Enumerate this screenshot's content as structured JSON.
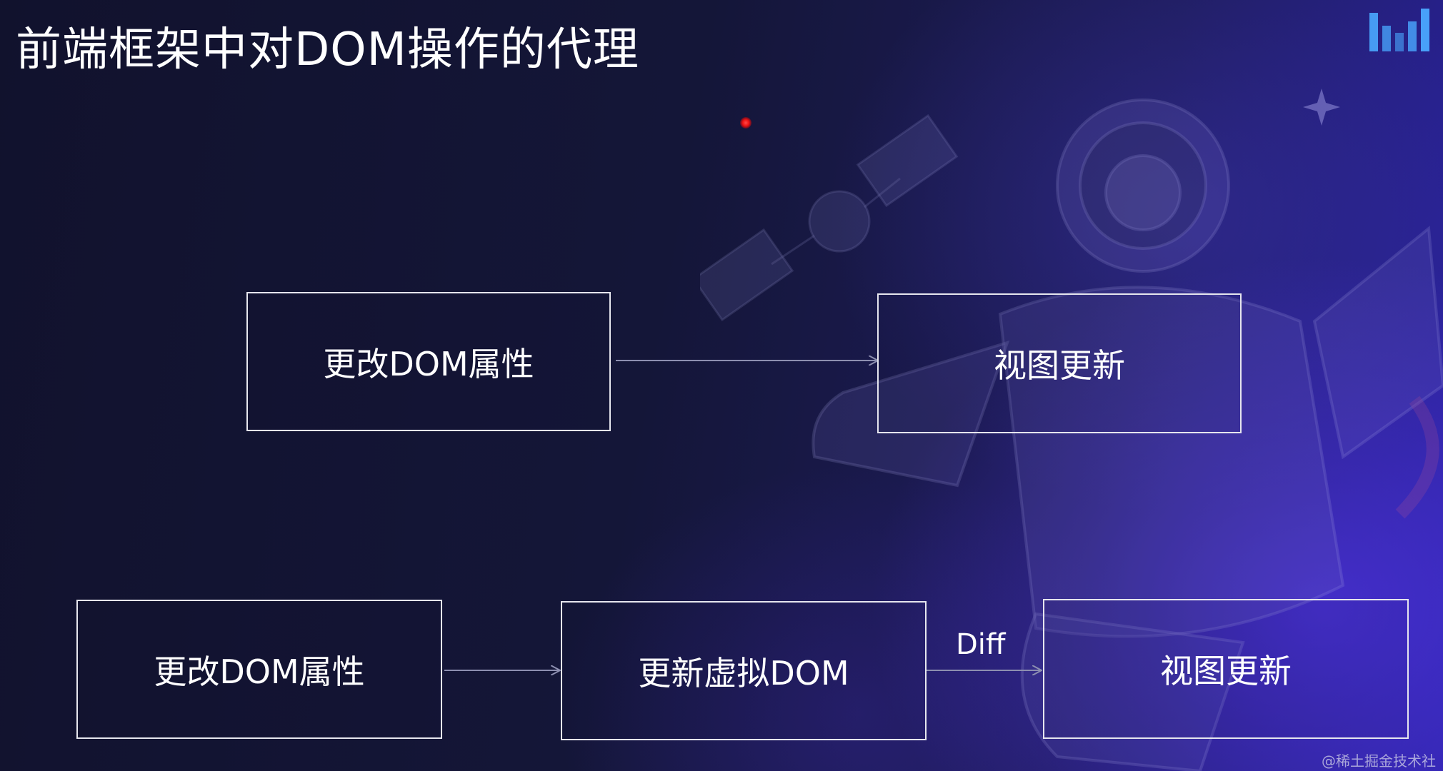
{
  "title": "前端框架中对DOM操作的代理",
  "flow_direct": {
    "source_label": "更改DOM属性",
    "target_label": "视图更新"
  },
  "flow_virtual": {
    "source_label": "更改DOM属性",
    "middle_label": "更新虚拟DOM",
    "edge_label": "Diff",
    "target_label": "视图更新"
  },
  "watermark": "@稀土掘金技术社区",
  "colors": {
    "background": "#0f1130",
    "accent_glow": "#5c3aff",
    "box_border": "#e6e6ee",
    "arrow": "#8d8fb0",
    "laser_dot": "#e11111",
    "logo": "#4aa8ff"
  },
  "icons": [
    "brand-logo-icon",
    "star-icon",
    "astronaut-illustration",
    "satellite-illustration"
  ]
}
